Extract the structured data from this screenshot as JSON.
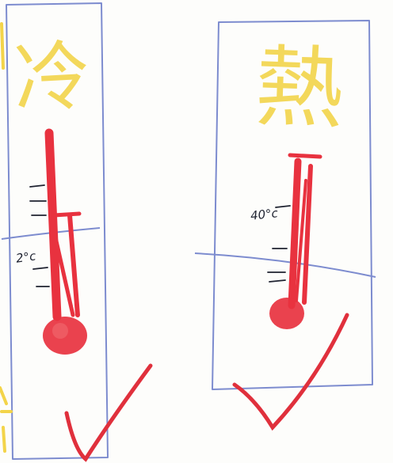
{
  "drawing": {
    "left_panel": {
      "character": "冷",
      "temperature_label": "2°c"
    },
    "right_panel": {
      "character": "熱",
      "temperature_label": "40°c"
    }
  },
  "colors": {
    "panel_outline": "#7d8ccf",
    "water_line": "#7d8ccf",
    "thermometer": "#e8323f",
    "character": "#f3d44a",
    "tick_marks": "#1e2230",
    "check_mark": "#e0303c"
  },
  "icons": [
    "thermometer-icon",
    "check-mark-icon"
  ]
}
